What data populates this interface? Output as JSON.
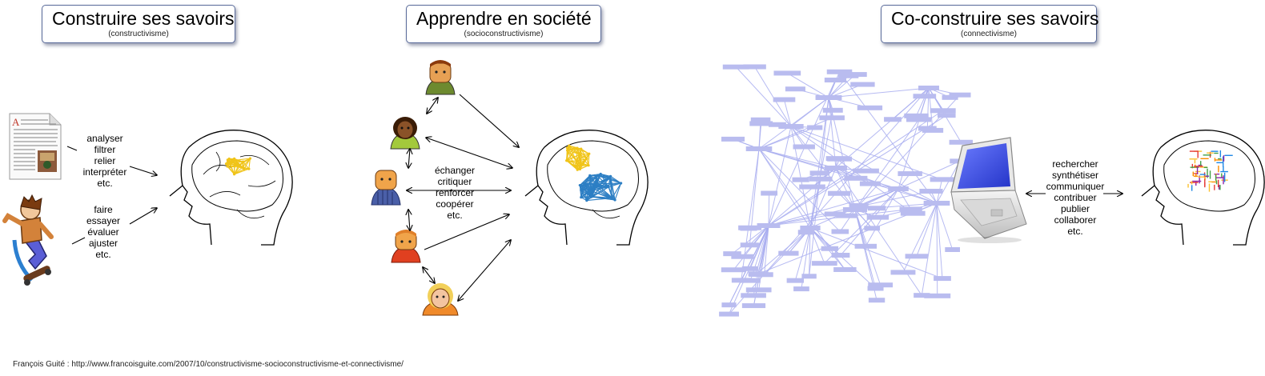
{
  "sections": {
    "constructivism": {
      "title": "Construire ses savoirs",
      "subtitle": "(constructivisme)",
      "verbs_top": [
        "analyser",
        "filtrer",
        "relier",
        "interpréter",
        "etc."
      ],
      "verbs_bottom": [
        "faire",
        "essayer",
        "évaluer",
        "ajuster",
        "etc."
      ]
    },
    "socioconstructivism": {
      "title": "Apprendre en société",
      "subtitle": "(socioconstructivisme)",
      "verbs": [
        "échanger",
        "critiquer",
        "renforcer",
        "coopérer",
        "etc."
      ]
    },
    "connectivism": {
      "title": "Co-construire ses savoirs",
      "subtitle": "(connectivisme)",
      "verbs": [
        "rechercher",
        "synthétiser",
        "communiquer",
        "contribuer",
        "publier",
        "collaborer",
        "etc."
      ]
    }
  },
  "colors": {
    "title_border": "#5a6b9a",
    "network_node": "#b9bcef",
    "network_edge": "#a9aef0",
    "mesh_yellow": "#f0c419",
    "mesh_blue": "#2d7fc4"
  },
  "icons": [
    "document-icon",
    "skater-icon",
    "person-icon",
    "brain-head-icon",
    "laptop-icon"
  ],
  "footer": "François Guité : http://www.francoisguite.com/2007/10/constructivisme-socioconstructivisme-et-connectivisme/"
}
